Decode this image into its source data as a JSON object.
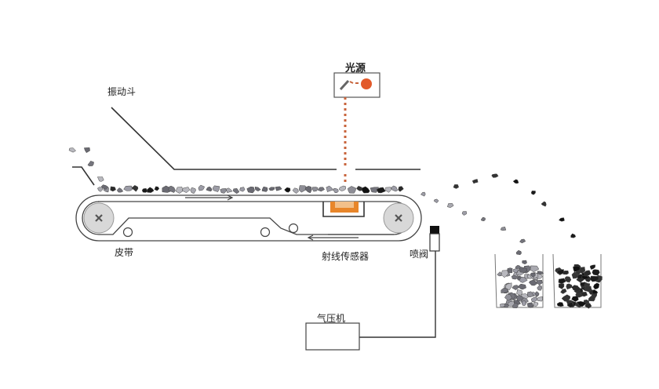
{
  "labels": {
    "light_source": "光源",
    "vibrating_hopper": "振动斗",
    "belt": "皮带",
    "ray_sensor": "射线传感器",
    "jet_valve": "喷阀",
    "air_compressor": "气压机"
  },
  "colors": {
    "line": "#333333",
    "beam": "#c8643c",
    "source_dot": "#e25a2b",
    "sensor_fill": "#e8862a",
    "roller": "#d8d8d8",
    "ore_light": "#9a9aa2",
    "ore_dark": "#1c1c1c"
  },
  "icons": {
    "roller_axle": "x-mark-icon",
    "belt_direction": "arrow-right-icon",
    "return_direction": "arrow-left-icon"
  }
}
